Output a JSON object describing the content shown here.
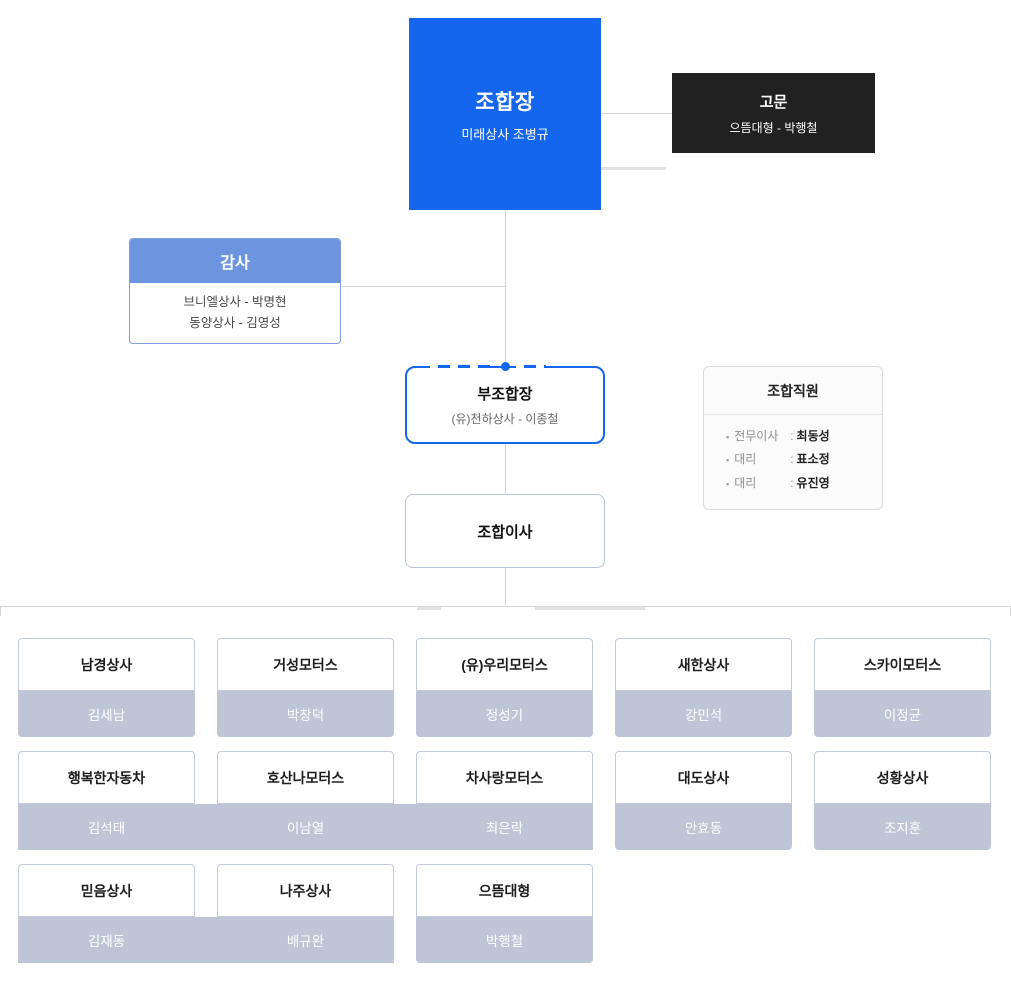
{
  "org": {
    "chairman": {
      "title": "조합장",
      "sub": "미래상사 조병규",
      "color": "#1566ee"
    },
    "advisor": {
      "title": "고문",
      "sub": "으뜸대형 - 박행철",
      "color": "#212121"
    },
    "auditor": {
      "title": "감사",
      "header_color": "#6d95df",
      "members": [
        "브니엘상사 - 박명현",
        "동양상사 - 김영성"
      ]
    },
    "vice_chairman": {
      "title": "부조합장",
      "sub": "(유)천하상사 - 이종철",
      "accent": "#1566ee"
    },
    "director": {
      "title": "조합이사"
    },
    "staff": {
      "title": "조합직원",
      "rows": [
        {
          "bullet": "▪",
          "role": "전무이사",
          "colon": ":",
          "person": "최동성"
        },
        {
          "bullet": "▪",
          "role": "대리",
          "colon": ":",
          "person": "표소정"
        },
        {
          "bullet": "▪",
          "role": "대리",
          "colon": ":",
          "person": "유진영"
        }
      ]
    }
  },
  "member_rows": [
    {
      "groups": [
        {
          "cards": [
            {
              "name": "남경상사",
              "person": "김세남"
            }
          ]
        },
        {
          "cards": [
            {
              "name": "거성모터스",
              "person": "박창덕"
            }
          ]
        },
        {
          "cards": [
            {
              "name": "(유)우리모터스",
              "person": "정성기"
            }
          ]
        },
        {
          "cards": [
            {
              "name": "새한상사",
              "person": "강민석"
            }
          ]
        },
        {
          "cards": [
            {
              "name": "스카이모터스",
              "person": "이정균"
            }
          ]
        }
      ]
    },
    {
      "groups": [
        {
          "cards": [
            {
              "name": "행복한자동차",
              "person": "김석태"
            },
            {
              "name": "호산나모터스",
              "person": "이남열"
            },
            {
              "name": "차사랑모터스",
              "person": "최은락"
            }
          ]
        },
        {
          "cards": [
            {
              "name": "대도상사",
              "person": "안효동"
            }
          ]
        },
        {
          "cards": [
            {
              "name": "성황상사",
              "person": "조지훈"
            }
          ]
        }
      ]
    },
    {
      "groups": [
        {
          "cards": [
            {
              "name": "믿음상사",
              "person": "김재동"
            },
            {
              "name": "나주상사",
              "person": "배규완"
            }
          ]
        },
        {
          "cards": [
            {
              "name": "으뜸대형",
              "person": "박행철"
            }
          ]
        }
      ]
    }
  ],
  "theme": {
    "card_bar_color": "#bdc5d7",
    "card_border_color": "#c2cadb",
    "connector_color": "#d7d7d7"
  }
}
